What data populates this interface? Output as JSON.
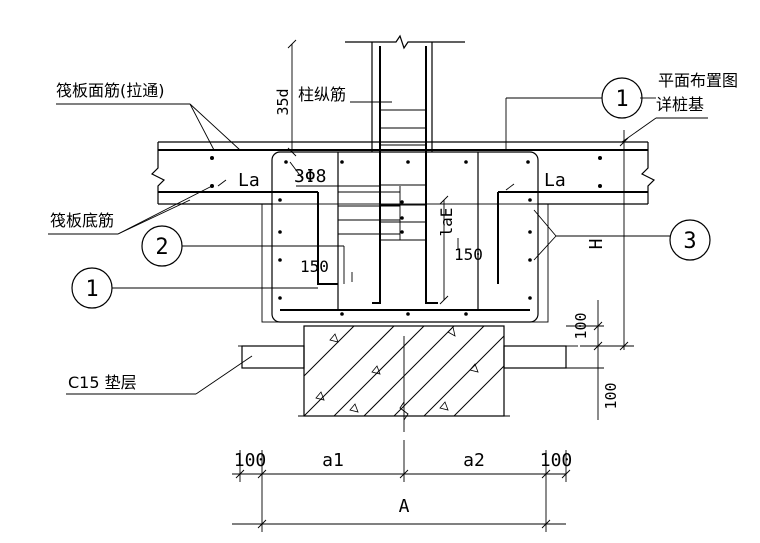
{
  "labels": {
    "raft_top_rebar": "筏板面筋(拉通)",
    "raft_bottom_rebar": "筏板底筋",
    "column_rebar": "柱纵筋",
    "anchor_35d": "35d",
    "ref_plan_line1": "平面布置图",
    "ref_plan_line2": "详桩基",
    "stirrup_spec": "3Φ8",
    "la_left": "La",
    "la_right": "La",
    "lae": "laE",
    "cover_150_left": "150",
    "cover_150_right": "150",
    "height_h": "H",
    "dim_100_upper": "100",
    "dim_100_lower": "100",
    "cushion": "C15  垫层"
  },
  "callouts": {
    "c1_top": "1",
    "c1_left": "1",
    "c2": "2",
    "c3": "3"
  },
  "dimensions": {
    "left_100": "100",
    "a1": "a1",
    "a2": "a2",
    "right_100": "100",
    "total": "A"
  }
}
